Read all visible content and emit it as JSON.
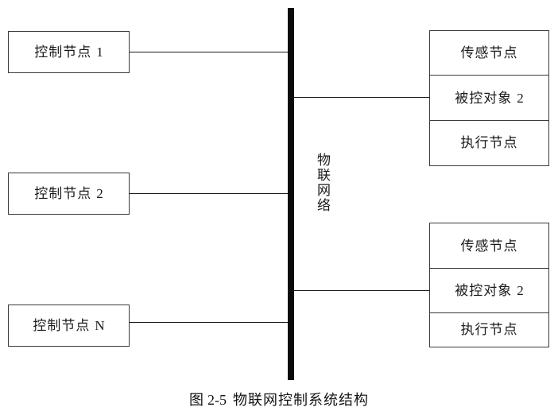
{
  "figure": {
    "caption_prefix": "图",
    "caption_number": "2-5",
    "caption_title": "物联网控制系统结构"
  },
  "network": {
    "label": "物联网络",
    "color": "#0b0b0b"
  },
  "controllers": [
    {
      "name": "控制节点",
      "index": "1"
    },
    {
      "name": "控制节点",
      "index": "2"
    },
    {
      "name": "控制节点",
      "index": "N"
    }
  ],
  "plant_groups": [
    {
      "cells": [
        {
          "name": "传感节点",
          "index": ""
        },
        {
          "name": "被控对象",
          "index": "2"
        },
        {
          "name": "执行节点",
          "index": ""
        }
      ]
    },
    {
      "cells": [
        {
          "name": "传感节点",
          "index": ""
        },
        {
          "name": "被控对象",
          "index": "2"
        },
        {
          "name": "执行节点",
          "index": ""
        }
      ]
    }
  ],
  "style": {
    "box_border_color": "#3a3a3a",
    "line_color": "#1a1a1a",
    "background": "#ffffff",
    "text_color": "#1a1a1a"
  }
}
